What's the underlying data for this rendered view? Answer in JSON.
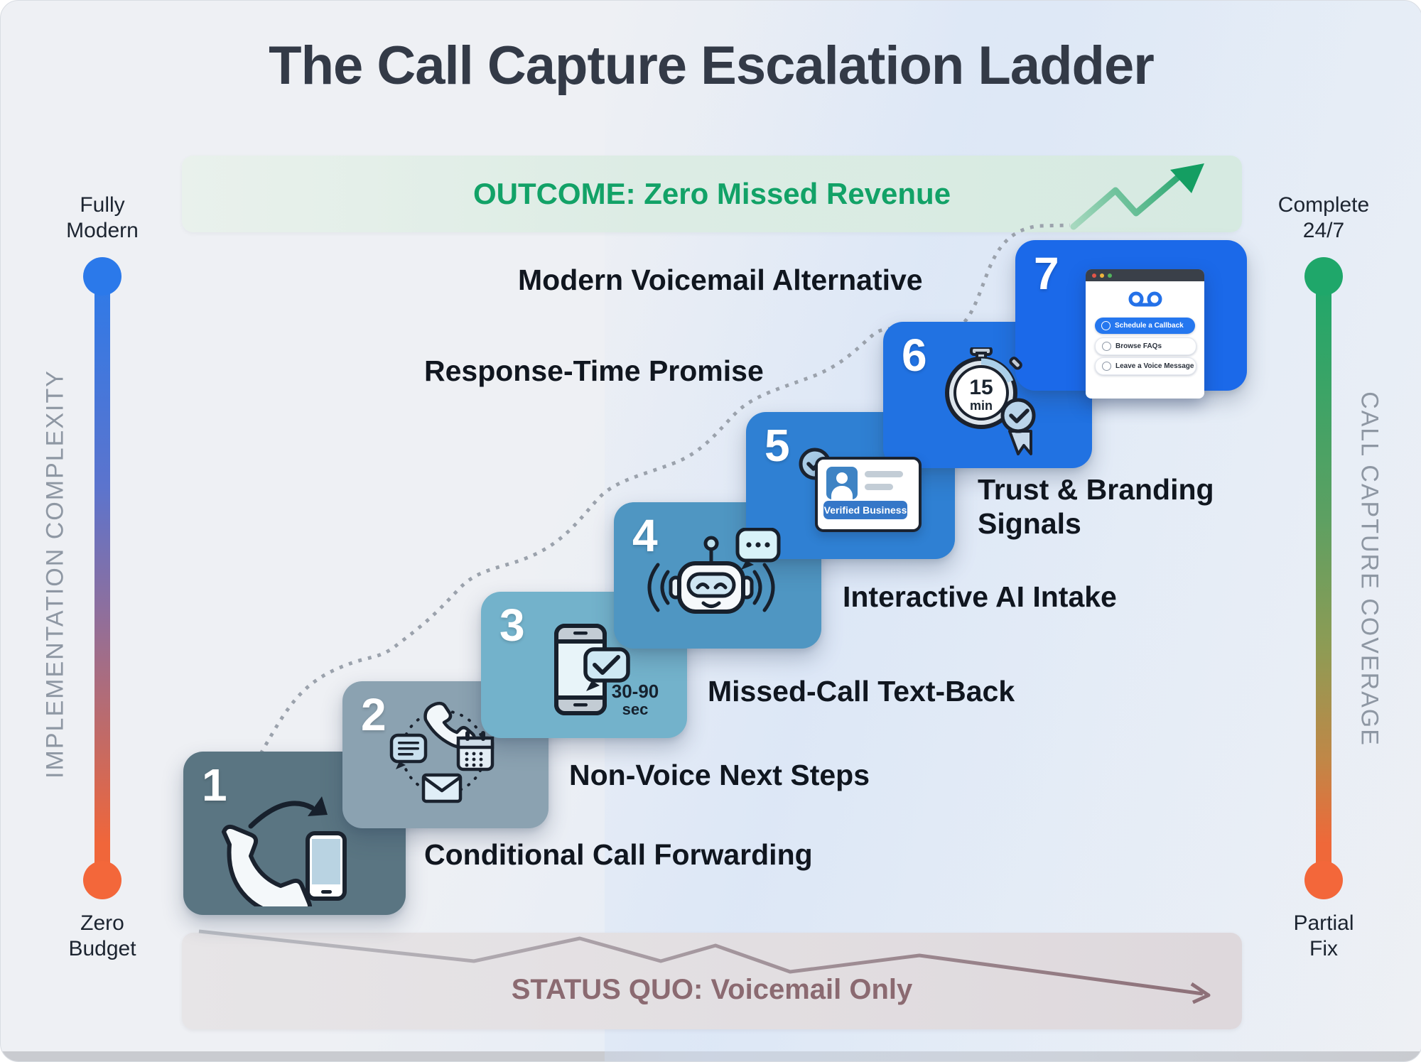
{
  "title": "The Call Capture Escalation Ladder",
  "outcome": {
    "label": "OUTCOME: Zero Missed Revenue",
    "color": "#12a267",
    "arrow_icon": "trending-up-arrow"
  },
  "status_quo": {
    "label": "STATUS QUO: Voicemail Only",
    "color": "#8b6a71",
    "arrow_icon": "trending-down-arrow"
  },
  "axes": {
    "left": {
      "top_line1": "Fully",
      "top_line2": "Modern",
      "bottom_line1": "Zero",
      "bottom_line2": "Budget",
      "title": "IMPLEMENTATION COMPLEXITY",
      "top_color": "#2b79ea",
      "bottom_color": "#f3673a"
    },
    "right": {
      "top_line1": "Complete",
      "top_line2": "24/7",
      "bottom_line1": "Partial",
      "bottom_line2": "Fix",
      "title": "CALL CAPTURE COVERAGE",
      "top_color": "#1fa76a",
      "bottom_color": "#f3673a"
    }
  },
  "steps": [
    {
      "number": "1",
      "label": "Conditional Call Forwarding",
      "color": "#5a7582",
      "icon": "phone-forward-to-mobile-icon"
    },
    {
      "number": "2",
      "label": "Non-Voice Next Steps",
      "color": "#8ba2b1",
      "icon": "channels-cycle-icon"
    },
    {
      "number": "3",
      "label": "Missed-Call Text-Back",
      "color": "#73b2cb",
      "icon": "phone-text-check-icon",
      "annotation_line1": "30-90",
      "annotation_line2": "sec"
    },
    {
      "number": "4",
      "label": "Interactive AI Intake",
      "color": "#4f96c2",
      "icon": "chatbot-robot-icon"
    },
    {
      "number": "5",
      "label": "Trust & Branding Signals",
      "color": "#2f80d3",
      "icon": "verified-id-card-icon",
      "badge_label": "Verified Business"
    },
    {
      "number": "6",
      "label": "Response-Time Promise",
      "color": "#2172e2",
      "icon": "stopwatch-badge-icon",
      "clock_value": "15",
      "clock_unit": "min"
    },
    {
      "number": "7",
      "label": "Modern Voicemail Alternative",
      "color": "#1b69e9",
      "icon": "voicemail-app-window-icon",
      "buttons": [
        {
          "label": "Schedule a Callback",
          "icon": "clock-icon"
        },
        {
          "label": "Browse FAQs",
          "icon": "question-icon"
        },
        {
          "label": "Leave a Voice Message",
          "icon": "mic-icon"
        }
      ]
    }
  ]
}
